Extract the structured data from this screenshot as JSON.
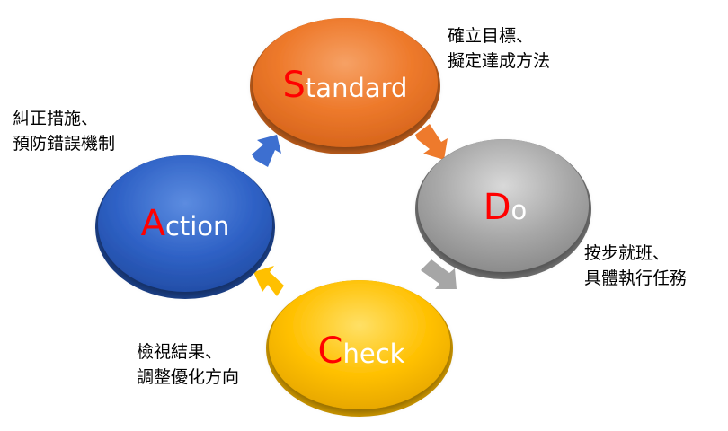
{
  "colors": {
    "standard": "#ee7a2c",
    "do": "#a6a6a6",
    "check": "#ffc000",
    "action": "#2f62c6",
    "initial": "#ff0000"
  },
  "stages": {
    "standard": {
      "initial": "S",
      "rest": "tandard"
    },
    "do": {
      "initial": "D",
      "rest": "o"
    },
    "check": {
      "initial": "C",
      "rest": "heck"
    },
    "action": {
      "initial": "A",
      "rest": "ction"
    }
  },
  "notes": {
    "standard": {
      "line1": "確立目標、",
      "line2": "擬定達成方法"
    },
    "do": {
      "line1": "按步就班、",
      "line2": "具體執行任務"
    },
    "check": {
      "line1": "檢視結果、",
      "line2": "調整優化方向"
    },
    "action": {
      "line1": "糾正措施、",
      "line2": "預防錯誤機制"
    }
  }
}
